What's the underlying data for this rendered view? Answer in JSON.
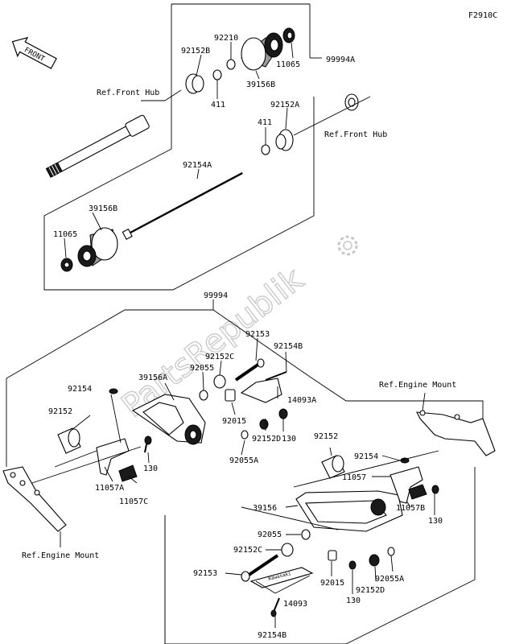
{
  "diagram": {
    "code": "F2910C",
    "front_arrow": "FRONT",
    "watermark": "PartsRepublik",
    "emblem_text": "Kawasaki",
    "labels": {
      "p99994A": "99994A",
      "p92152B": "92152B",
      "p92210": "92210",
      "p11065_top": "11065",
      "p39156B_top": "39156B",
      "p411_top": "411",
      "p92152A": "92152A",
      "p411_mid": "411",
      "ref_front_hub_left": "Ref.Front Hub",
      "ref_front_hub_right": "Ref.Front Hub",
      "p92154A": "92154A",
      "p39156B_bot": "39156B",
      "p11065_bot": "11065",
      "p99994": "99994",
      "p92153_top": "92153",
      "p92154B_top": "92154B",
      "p92152C_top": "92152C",
      "p39156A": "39156A",
      "p92055_top": "92055",
      "p92154_left": "92154",
      "p14093A": "14093A",
      "ref_engine_mount_right": "Ref.Engine Mount",
      "p92152_left": "92152",
      "p92015_top": "92015",
      "p92152D_top": "92152D",
      "p130_top": "130",
      "p92055A_top": "92055A",
      "p130_left": "130",
      "p11057A": "11057A",
      "p11057C": "11057C",
      "ref_engine_mount_left": "Ref.Engine Mount",
      "p92152_right": "92152",
      "p92154_right": "92154",
      "p11057": "11057",
      "p39156": "39156",
      "p11057B": "11057B",
      "p130_right": "130",
      "p92055_bot": "92055",
      "p92152C_bot": "92152C",
      "p92153_bot": "92153",
      "p92015_bot": "92015",
      "p92055A_bot": "92055A",
      "p130_bot": "130",
      "p92152D_bot": "92152D",
      "p14093": "14093",
      "p92154B_bot": "92154B"
    }
  }
}
